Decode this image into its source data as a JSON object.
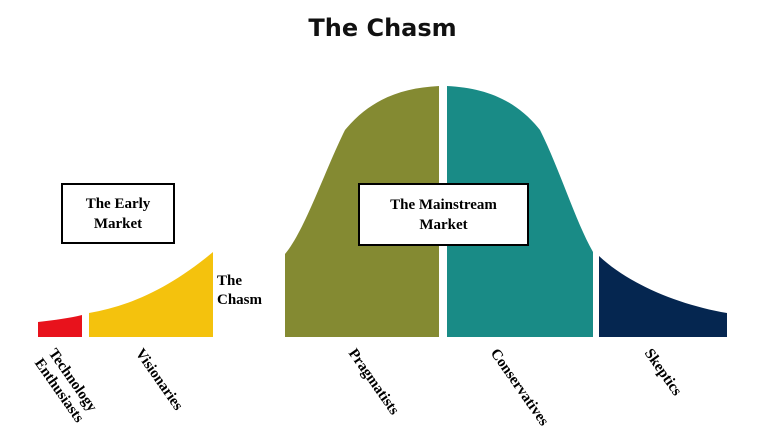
{
  "title": "The Chasm",
  "early_market": {
    "line1": "The Early",
    "line2": "Market"
  },
  "mainstream_market": {
    "line1": "The Mainstream",
    "line2": "Market"
  },
  "chasm_label": {
    "line1": "The",
    "line2": "Chasm"
  },
  "segments": [
    {
      "id": "technology-enthusiasts",
      "line1": "Technology",
      "line2": "Enthusiasts",
      "color": "#e8121c"
    },
    {
      "id": "visionaries",
      "line1": "Visionaries",
      "color": "#f4c20d"
    },
    {
      "id": "pragmatists",
      "line1": "Pragmatists",
      "color": "#848a32"
    },
    {
      "id": "conservatives",
      "line1": "Conservatives",
      "color": "#198b86"
    },
    {
      "id": "skeptics",
      "line1": "Skeptics",
      "color": "#052650"
    }
  ]
}
